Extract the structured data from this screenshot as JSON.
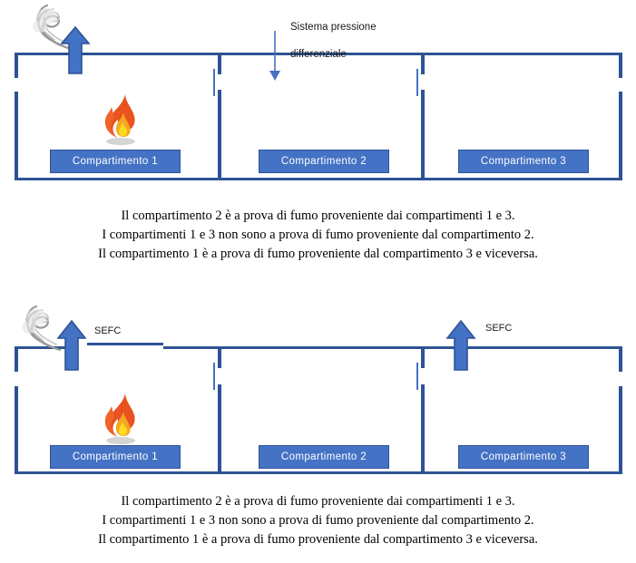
{
  "page": {
    "title": "Compartimentazione e controllo fumo - schemi",
    "accent_blue": "#4472C4",
    "dark_blue": "#2E5395",
    "background": "#FFFFFF"
  },
  "diagrams": [
    {
      "id": "diagram-top",
      "name": "sistema-pressione-differenziale",
      "annotation": {
        "name": "sistema-pressione-differenziale-label",
        "text": "Sistema pressione\ndifferenziale",
        "line1": "Sistema pressione",
        "line2": "differenziale"
      },
      "compartments": [
        {
          "label": "Compartimento 1",
          "has_fire": true,
          "has_smoke": true
        },
        {
          "label": "Compartimento 2",
          "has_fire": false,
          "has_smoke": false
        },
        {
          "label": "Compartimento 3",
          "has_fire": false,
          "has_smoke": false
        }
      ],
      "arrows": {
        "up_count": 1,
        "down_count": 1,
        "up_labels": []
      }
    },
    {
      "id": "diagram-bottom",
      "name": "sistema-evacuazione-forzata-fumo-calore",
      "annotation": null,
      "compartments": [
        {
          "label": "Compartimento 1",
          "has_fire": true,
          "has_smoke": true
        },
        {
          "label": "Compartimento 2",
          "has_fire": false,
          "has_smoke": false
        },
        {
          "label": "Compartimento 3",
          "has_fire": false,
          "has_smoke": false
        }
      ],
      "arrows": {
        "up_count": 2,
        "down_count": 0,
        "up_labels": [
          "SEFC",
          "SEFC"
        ]
      }
    }
  ],
  "captions": {
    "top": {
      "line1": "Il compartimento 2 è a prova di fumo proveniente dai compartimenti 1 e 3.",
      "line2": "I compartimenti 1 e 3 non sono a prova di fumo proveniente dal compartimento 2.",
      "line3": "Il compartimento 1 è a prova di fumo proveniente dal compartimento 3 e viceversa."
    },
    "bottom": {
      "line1": "Il compartimento 2 è a prova di fumo proveniente dai compartimenti 1 e 3.",
      "line2": "I compartimenti 1 e 3 non sono a prova di fumo proveniente dal compartimento 2.",
      "line3": "Il compartimento 1 è a prova di fumo proveniente dal compartimento 3 e viceversa."
    }
  }
}
